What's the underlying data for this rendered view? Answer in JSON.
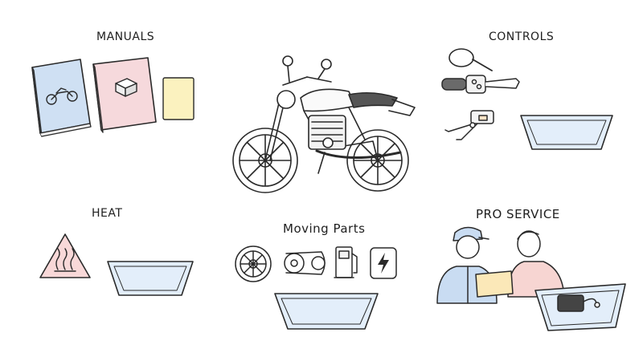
{
  "sections": {
    "manuals": {
      "label": "MANUALS"
    },
    "controls": {
      "label": "CONTROLS"
    },
    "heat": {
      "label": "HEAT"
    },
    "moving_parts": {
      "label": "Moving Parts"
    },
    "pro_service": {
      "label": "PRO SERVICE"
    }
  },
  "colors": {
    "outline": "#2a2a2a",
    "manual_blue": "#cfe0f3",
    "manual_pink": "#f6d9dc",
    "note_yellow": "#fbf2bf",
    "warning_pink": "#f8d8d8",
    "tray_blue": "#e3eefa",
    "shirt_blue": "#c9dcf2",
    "shirt_pink": "#f7d5d2",
    "card_yellow": "#fbe8b8"
  },
  "icons": [
    "motorcycle-icon",
    "manual-book-icon",
    "sticky-note-icon",
    "mirror-icon",
    "handlebar-switch-icon",
    "brake-lever-icon",
    "heat-warning-icon",
    "wheel-icon",
    "chain-icon",
    "fuel-pump-icon",
    "lightning-icon",
    "mechanic-icon",
    "customer-icon",
    "battery-icon",
    "drip-tray-icon"
  ]
}
